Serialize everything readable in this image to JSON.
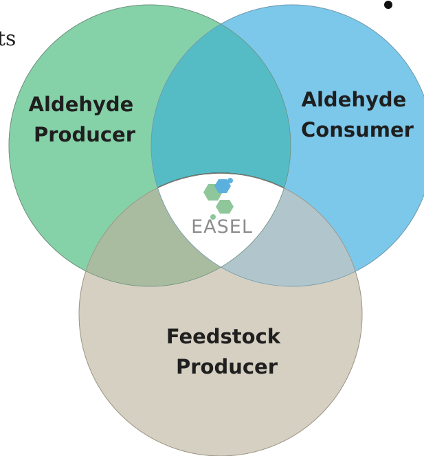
{
  "diagram": {
    "fragment_text": "ts",
    "sets": [
      {
        "id": "aldehyde-producer",
        "lines": [
          "Aldehyde",
          "Producer"
        ]
      },
      {
        "id": "aldehyde-consumer",
        "lines": [
          "Aldehyde",
          "Consumer"
        ]
      },
      {
        "id": "feedstock-producer",
        "lines": [
          "Feedstock",
          "Producer"
        ]
      }
    ],
    "center_logo_text": "EASEL"
  },
  "colors": {
    "aldehyde_producer_fill": "#86d2a8",
    "aldehyde_consumer_fill": "#7cc8ea",
    "feedstock_producer_fill": "#d6d0c2",
    "producer_consumer_overlap": "#55bcc6",
    "producer_feedstock_overlap": "#a9bca0",
    "consumer_feedstock_overlap": "#b1c6cc",
    "logo_green": "#8fc79b",
    "logo_blue": "#5bb0dd",
    "logo_text": "#8c8c8c"
  },
  "icons": {
    "center": "easel-hexagon-logo-icon",
    "bullet": "bullet-dot-icon"
  }
}
